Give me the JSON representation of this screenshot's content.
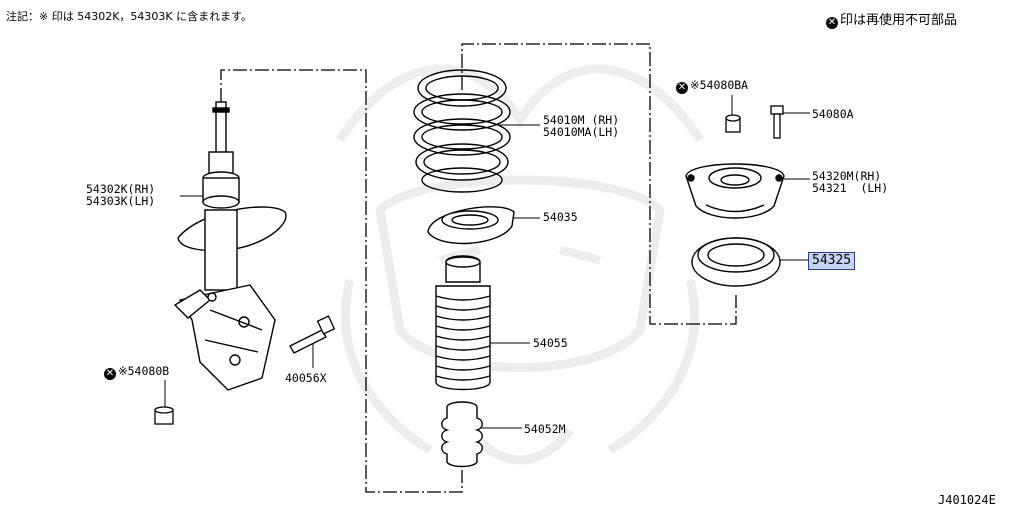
{
  "header": {
    "note": "注記：※ 印は 54302K，54303K に含まれます。",
    "legend": "印は再使用不可部品"
  },
  "parts": {
    "strut": {
      "rh": "54302K(RH)",
      "lh": "54303K(LH)"
    },
    "spring": {
      "rh": "54010M (RH)",
      "lh": "54010MA(LH)"
    },
    "seat": "54035",
    "bumper_boot": "54055",
    "bound_bumper": "54052M",
    "mount": {
      "rh": "54320M(RH)",
      "lh": "54321  (LH)"
    },
    "bearing": "54325",
    "mount_nut": "※54080BA",
    "mount_bolt": "54080A",
    "knuckle_nut": "※54080B",
    "knuckle_bolt": "40056X"
  },
  "footer": {
    "code": "J401024E"
  },
  "colors": {
    "highlight_bg": "#c6d3f2",
    "highlight_border": "#2c3f8f",
    "watermark": "#ececec"
  }
}
